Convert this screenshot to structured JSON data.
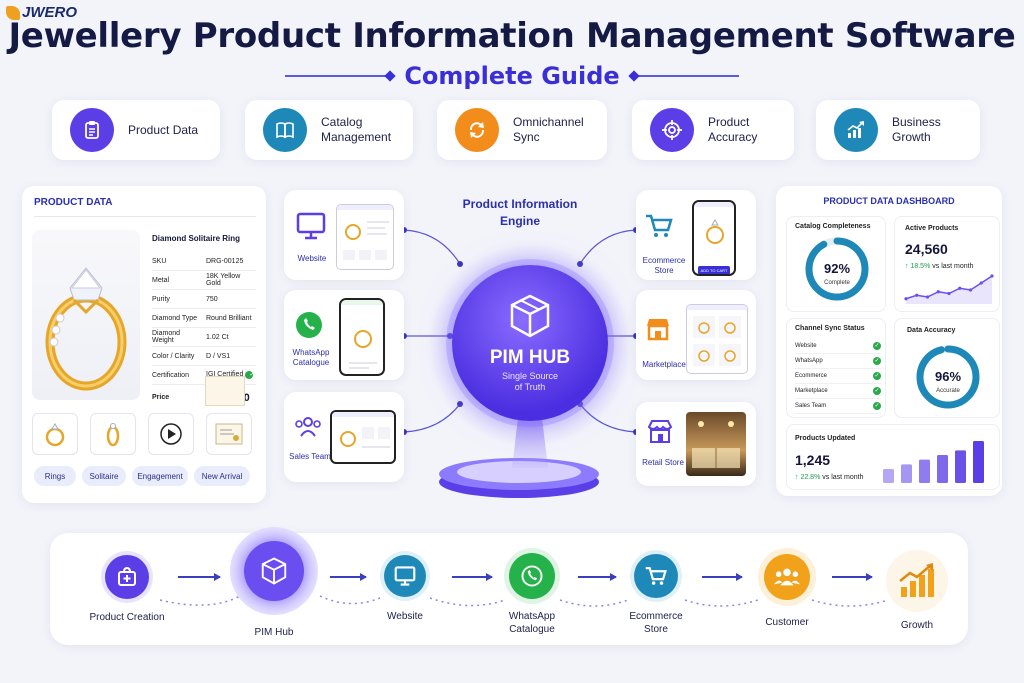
{
  "header": {
    "logo": "JWERO",
    "title": "Jewellery Product Information Management Software",
    "subtitle": "Complete Guide"
  },
  "features": [
    {
      "label": "Product Data",
      "icon": "clipboard-icon",
      "color": "#5b3ee6"
    },
    {
      "label": "Catalog\nManagement",
      "icon": "book-icon",
      "color": "#1e88b8"
    },
    {
      "label": "Omnichannel\nSync",
      "icon": "sync-icon",
      "color": "#f28c1a"
    },
    {
      "label": "Product\nAccuracy",
      "icon": "target-icon",
      "color": "#5b3ee6"
    },
    {
      "label": "Business\nGrowth",
      "icon": "chart-icon",
      "color": "#1e88b8"
    }
  ],
  "product_data": {
    "section_title": "PRODUCT DATA",
    "product_name": "Diamond Solitaire Ring",
    "rows": [
      {
        "key": "SKU",
        "value": "DRG-00125"
      },
      {
        "key": "Metal",
        "value": "18K Yellow Gold"
      },
      {
        "key": "Purity",
        "value": "750"
      },
      {
        "key": "Diamond Type",
        "value": "Round Brilliant"
      },
      {
        "key": "Diamond Weight",
        "value": "1.02 Ct"
      },
      {
        "key": "Color / Clarity",
        "value": "D / VS1"
      },
      {
        "key": "Certification",
        "value": "IGI Certified"
      }
    ],
    "price_label": "Price",
    "price": "₹ 98,750",
    "tags": [
      "Rings",
      "Solitaire",
      "Engagement",
      "New Arrival"
    ]
  },
  "engine": {
    "title": "Product Information\nEngine",
    "hub_title": "PIM HUB",
    "hub_subtitle": "Single Source\nof Truth"
  },
  "channels_left": [
    {
      "label": "Website",
      "icon": "monitor-icon"
    },
    {
      "label": "WhatsApp\nCatalogue",
      "icon": "whatsapp-icon"
    },
    {
      "label": "Sales Team",
      "icon": "team-icon"
    }
  ],
  "channels_right": [
    {
      "label": "Ecommerce\nStore",
      "icon": "cart-icon",
      "button": "ADD TO CART"
    },
    {
      "label": "Marketplace",
      "icon": "shop-icon"
    },
    {
      "label": "Retail Store",
      "icon": "store-icon"
    }
  ],
  "dashboard": {
    "title": "PRODUCT DATA DASHBOARD",
    "catalog_completeness": {
      "label": "Catalog Completeness",
      "value": "92%",
      "caption": "Complete",
      "fraction": 0.92
    },
    "active_products": {
      "label": "Active Products",
      "value": "24,560",
      "growth": "18.5%",
      "growth_suffix": "vs last month",
      "trend": [
        3,
        5,
        4,
        7,
        6,
        9,
        8,
        12,
        16
      ]
    },
    "channel_sync": {
      "label": "Channel Sync Status",
      "items": [
        "Website",
        "WhatsApp",
        "Ecommerce",
        "Marketplace",
        "Sales Team"
      ]
    },
    "data_accuracy": {
      "label": "Data Accuracy",
      "value": "96%",
      "caption": "Accurate",
      "fraction": 0.96
    },
    "products_updated": {
      "label": "Products Updated",
      "value": "1,245",
      "growth": "22.8%",
      "growth_suffix": "vs last month",
      "bars": [
        3,
        4,
        5,
        6,
        7,
        9
      ]
    }
  },
  "flow": [
    {
      "label": "Product Creation",
      "icon": "add-product-icon",
      "color": "#5b3ee6"
    },
    {
      "label": "PIM Hub",
      "icon": "cube-icon",
      "color": "#6a4ef0"
    },
    {
      "label": "Website",
      "icon": "monitor-icon",
      "color": "#1e88b8"
    },
    {
      "label": "WhatsApp\nCatalogue",
      "icon": "whatsapp-icon",
      "color": "#25b24a"
    },
    {
      "label": "Ecommerce\nStore",
      "icon": "cart-icon",
      "color": "#1e88b8"
    },
    {
      "label": "Customer",
      "icon": "customer-icon",
      "color": "#f2a21a"
    },
    {
      "label": "Growth",
      "icon": "growth-icon",
      "color": "#f2a21a"
    }
  ]
}
